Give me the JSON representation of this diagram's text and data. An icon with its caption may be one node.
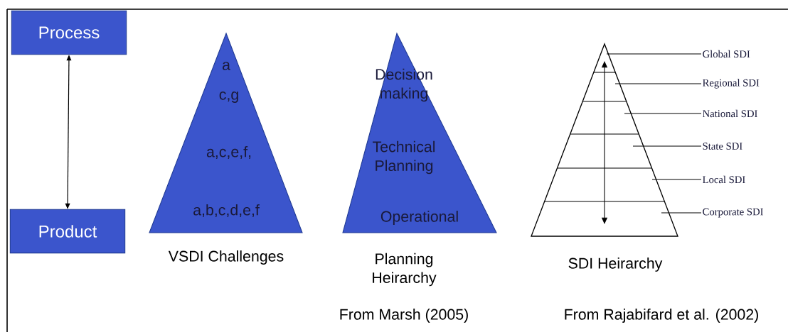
{
  "diagram": {
    "nodes": [
      {
        "text": [
          "Process"
        ]
      },
      {
        "text": [
          "Product"
        ]
      },
      {
        "text": [
          "a",
          "c,g",
          "a,c,e,f,",
          "a,b,c,d,e,f"
        ],
        "beside": [
          "VSDI  Challenges"
        ]
      },
      {
        "text": [
          "Decision making",
          "Technical Planning",
          "Operational"
        ],
        "beside": [
          "Planning Heirarchy",
          "From Marsh (2005)"
        ]
      },
      {
        "text": [],
        "shape": "triangle",
        "beside": [
          "SDI Heirarchy",
          "From Rajabifard et al. (2002)"
        ]
      },
      {
        "text": [
          "Global SDI"
        ]
      },
      {
        "text": [
          "Regional SDI"
        ]
      },
      {
        "text": [
          "National SDI"
        ]
      },
      {
        "text": [
          "State SDI"
        ]
      },
      {
        "text": [
          "Local SDI"
        ]
      },
      {
        "text": [
          "Corporate SDI"
        ]
      }
    ],
    "edges": [
      {
        "from": 0,
        "to": 1,
        "arrow": "both"
      },
      {
        "from": 5,
        "to": 4,
        "arrow": "none"
      },
      {
        "from": 6,
        "to": 4,
        "arrow": "none"
      },
      {
        "from": 7,
        "to": 4,
        "arrow": "none"
      },
      {
        "from": 8,
        "to": 4,
        "arrow": "none"
      },
      {
        "from": 9,
        "to": 4,
        "arrow": "none"
      },
      {
        "from": 10,
        "to": 4,
        "arrow": "none"
      }
    ]
  }
}
